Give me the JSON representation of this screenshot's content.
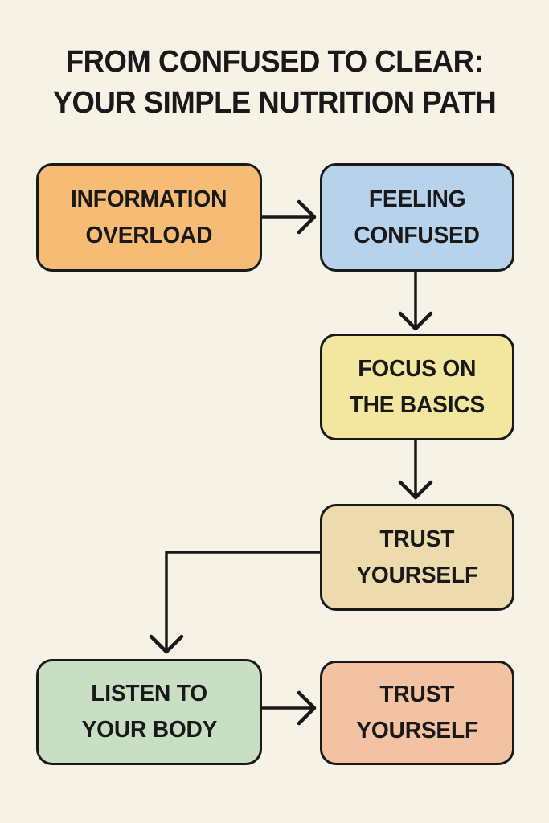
{
  "title": {
    "lines": [
      "FROM CONFUSED TO CLEAR:",
      "YOUR SIMPLE NUTRITION PATH"
    ]
  },
  "theme": {
    "background": "#F7F2E6",
    "line_color": "#191919",
    "text_color": "#191919"
  },
  "nodes": [
    {
      "id": "information-overload",
      "lines": [
        "INFORMATION",
        "OVERLOAD"
      ],
      "fill": "#F6BC76"
    },
    {
      "id": "feeling-confused",
      "lines": [
        "FEELING",
        "CONFUSED"
      ],
      "fill": "#B7D3EC"
    },
    {
      "id": "focus-on-the-basics",
      "lines": [
        "FOCUS ON",
        "THE BASICS"
      ],
      "fill": "#F3E69E"
    },
    {
      "id": "trust-yourself",
      "lines": [
        "TRUST",
        "YOURSELF"
      ],
      "fill": "#EDDBAE"
    },
    {
      "id": "listen-to-your-body",
      "lines": [
        "LISTEN TO",
        "YOUR BODY"
      ],
      "fill": "#C8DFC4"
    },
    {
      "id": "trust-yourself-final",
      "lines": [
        "TRUST",
        "YOURSELF"
      ],
      "fill": "#F2C2A3"
    }
  ],
  "connections": [
    {
      "from": "information-overload",
      "to": "feeling-confused"
    },
    {
      "from": "feeling-confused",
      "to": "focus-on-the-basics"
    },
    {
      "from": "focus-on-the-basics",
      "to": "trust-yourself"
    },
    {
      "from": "trust-yourself",
      "to": "listen-to-your-body"
    },
    {
      "from": "listen-to-your-body",
      "to": "trust-yourself-final"
    }
  ]
}
